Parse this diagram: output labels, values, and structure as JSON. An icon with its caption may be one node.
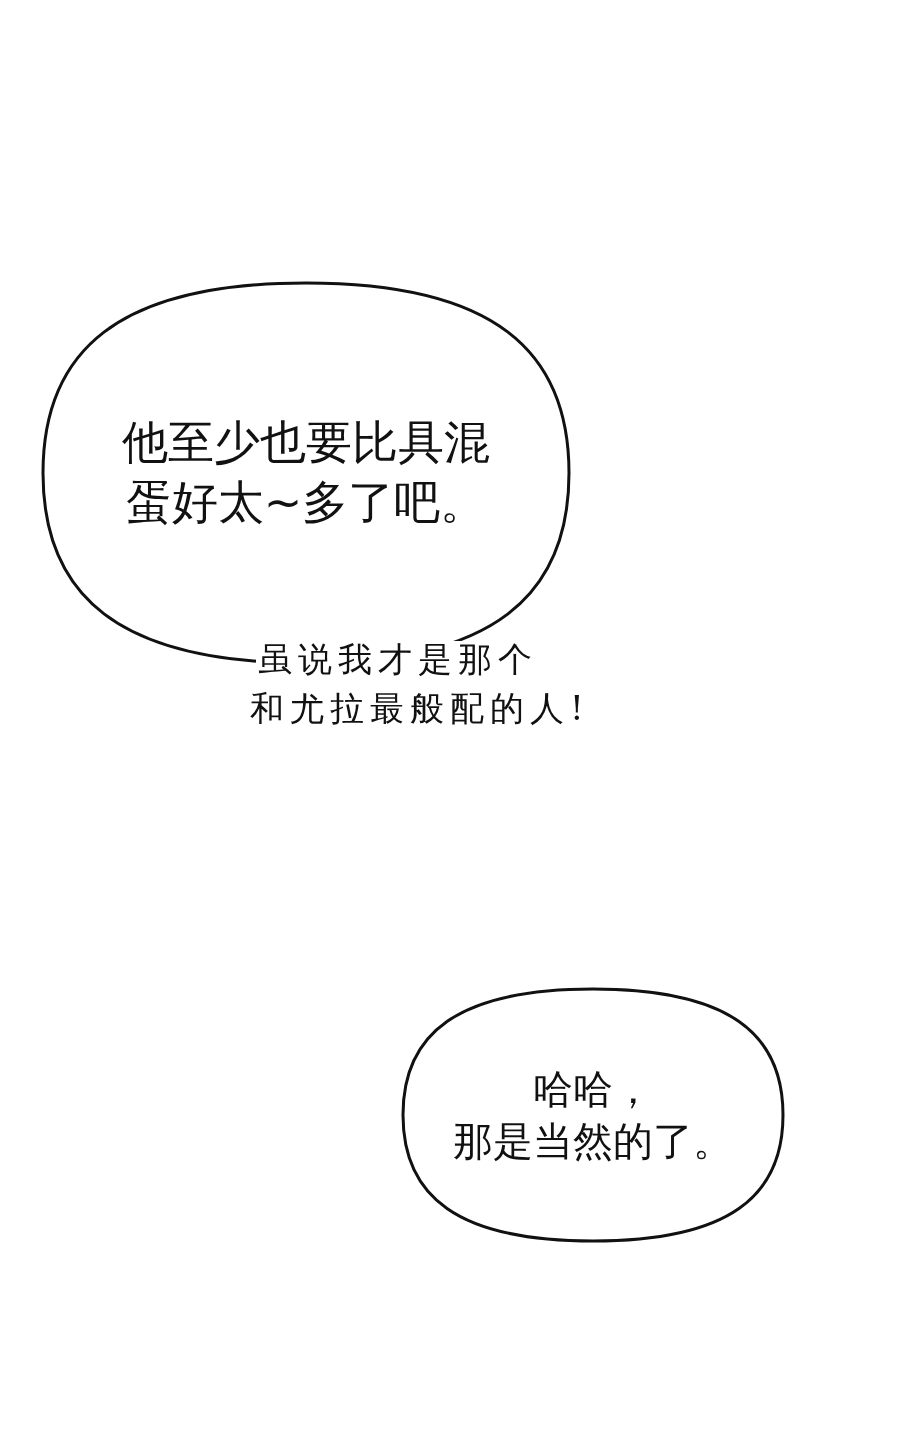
{
  "diagram": {
    "nodes": [
      {
        "text": [
          "他至少也要比具混蛋好太~多了吧。"
        ]
      },
      {
        "text": [
          "哈哈，",
          "那是当然的了。"
        ]
      }
    ],
    "labels": [
      "虽说我才是那个",
      "和尤拉最般配的人!"
    ]
  }
}
